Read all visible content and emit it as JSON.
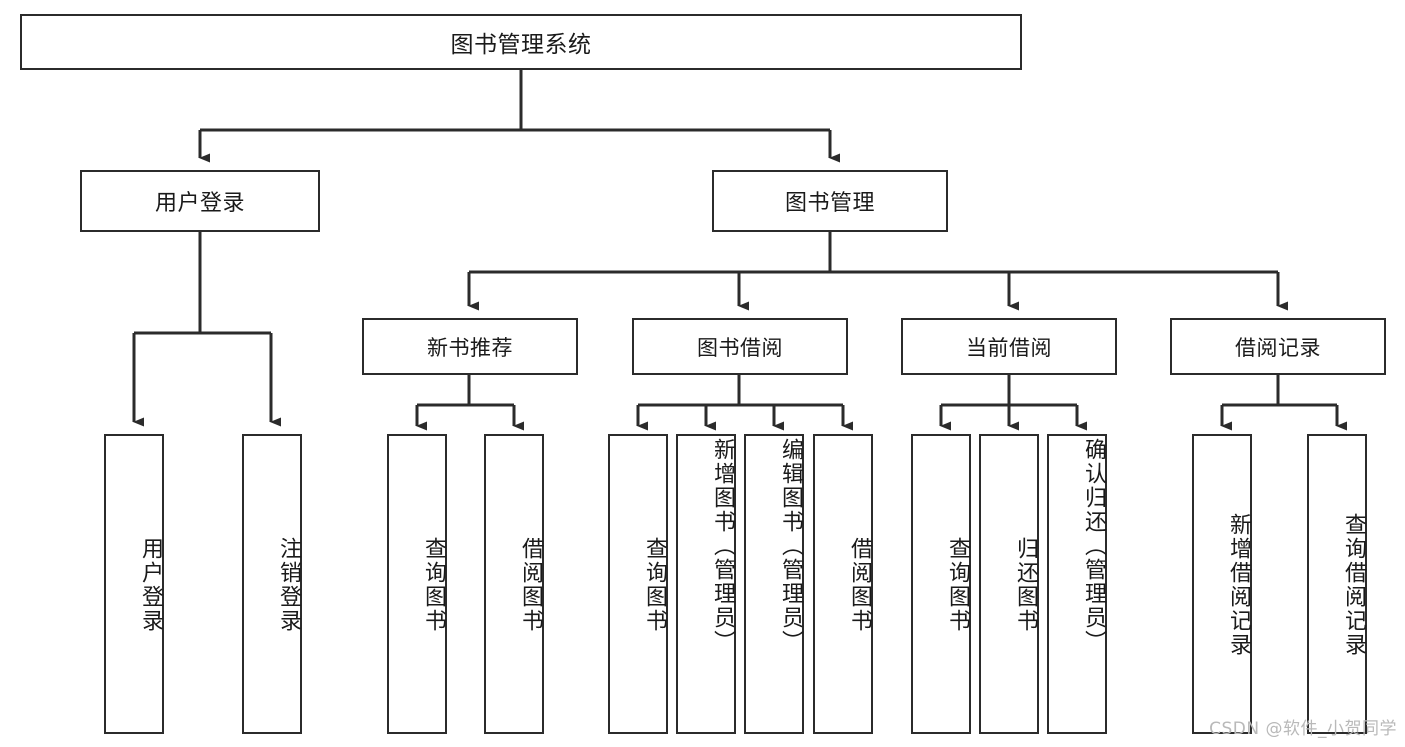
{
  "diagram": {
    "title": "图书管理系统",
    "type": "tree",
    "orientation": "top-down",
    "colors": {
      "box_border": "#2b2b2b",
      "box_fill": "#ffffff",
      "connector": "#333333",
      "text": "#1a1a1a",
      "watermark": "#b9b9b9",
      "background": "#ffffff"
    }
  },
  "root": {
    "label": "图书管理系统"
  },
  "level1": [
    {
      "label": "用户登录"
    },
    {
      "label": "图书管理"
    }
  ],
  "level2": [
    {
      "label": "新书推荐"
    },
    {
      "label": "图书借阅"
    },
    {
      "label": "当前借阅"
    },
    {
      "label": "借阅记录"
    }
  ],
  "leaves": {
    "user_login": [
      {
        "label": "用户登录"
      },
      {
        "label": "注销登录"
      }
    ],
    "new_book_recommend": [
      {
        "label": "查询图书"
      },
      {
        "label": "借阅图书"
      }
    ],
    "book_borrow": [
      {
        "label": "查询图书"
      },
      {
        "label": "新增图书（管理员）"
      },
      {
        "label": "编辑图书（管理员）"
      },
      {
        "label": "借阅图书"
      }
    ],
    "current_borrow": [
      {
        "label": "查询图书"
      },
      {
        "label": "归还图书"
      },
      {
        "label": "确认归还（管理员）"
      }
    ],
    "borrow_record": [
      {
        "label": "新增借阅记录"
      },
      {
        "label": "查询借阅记录"
      }
    ]
  },
  "watermark": {
    "text": "CSDN @软件_小贺同学"
  }
}
